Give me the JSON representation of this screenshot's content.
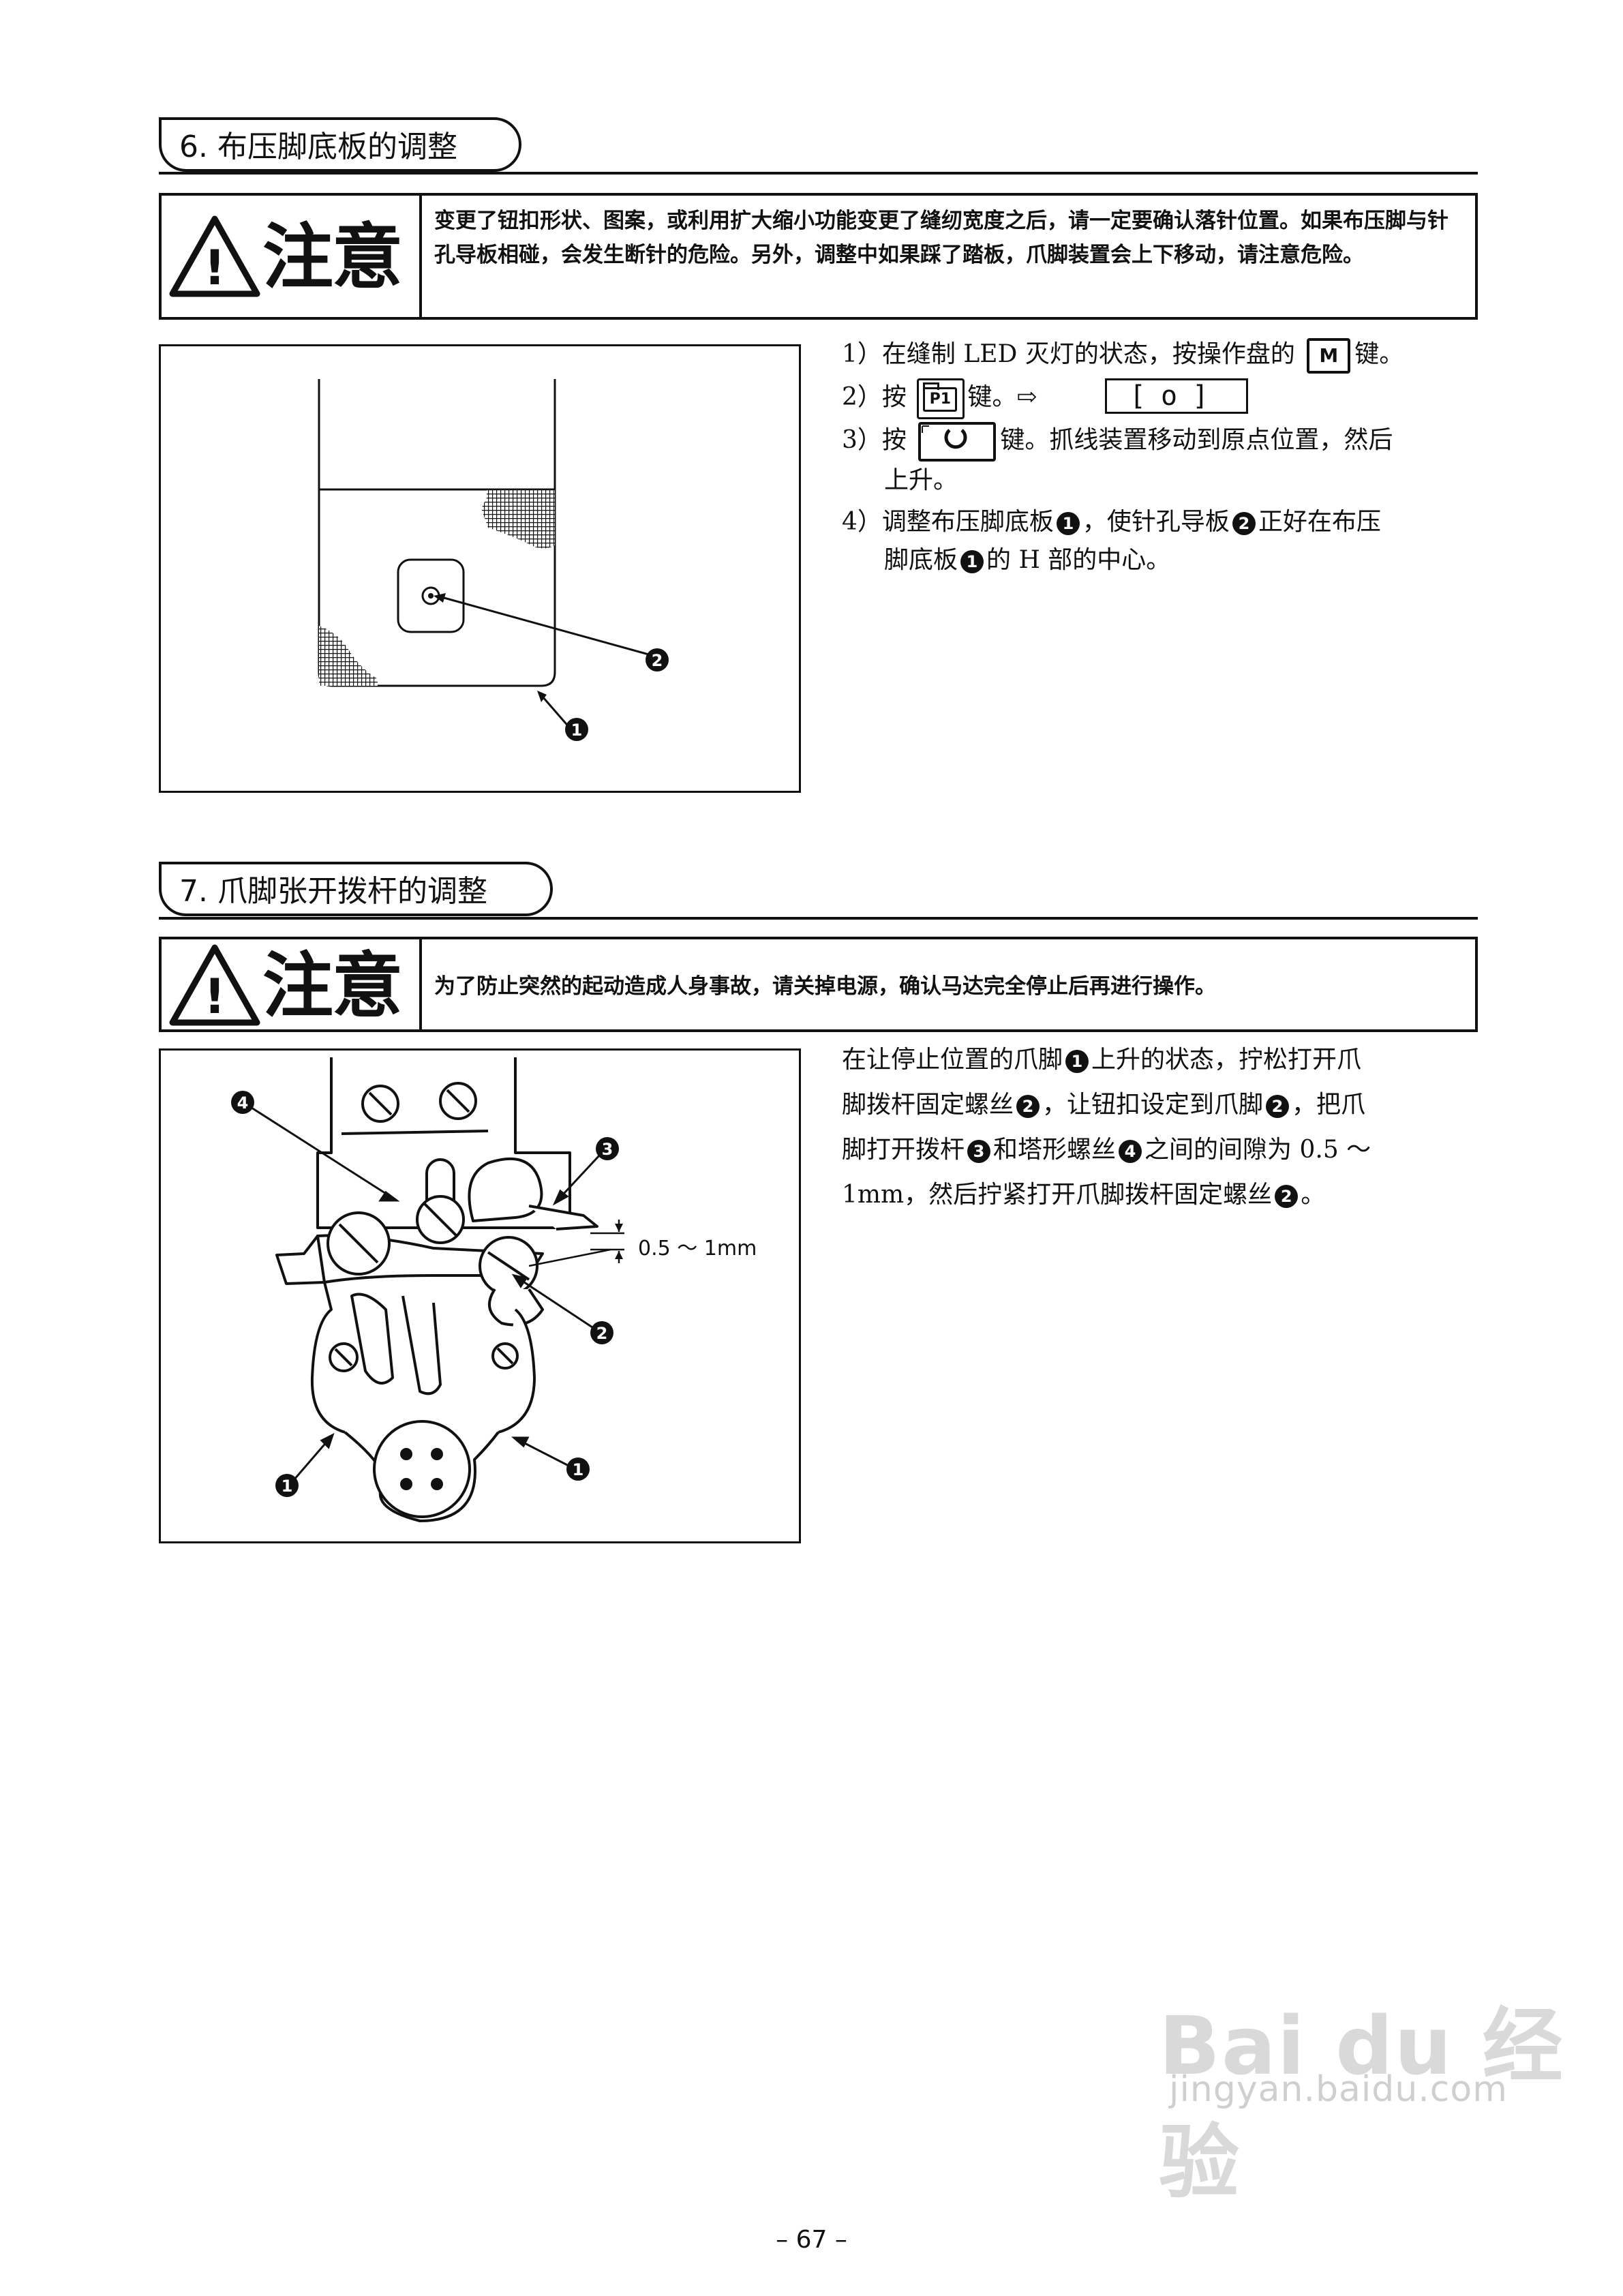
{
  "section6": {
    "title": "6. 布压脚底板的调整",
    "caution_label": "注意",
    "caution_text": "变更了钮扣形状、图案，或利用扩大缩小功能变更了缝纫宽度之后，请一定要确认落针位置。如果布压脚与针孔导板相碰，会发生断针的危险。另外，调整中如果踩了踏板，爪脚装置会上下移动，请注意危险。",
    "steps": [
      {
        "num": "1）",
        "text_a": "在缝制 LED 灭灯的状态，按操作盘的",
        "key": "M",
        "text_b": "键。"
      },
      {
        "num": "2）",
        "text_a": "按",
        "key": "P1",
        "text_b": "键。⇨",
        "display": "[o]"
      },
      {
        "num": "3）",
        "text_a": "按",
        "text_b": "键。抓线装置移动到原点位置，然后",
        "text_c": "上升。"
      },
      {
        "num": "4）",
        "text_a": "调整布压脚底板",
        "m1": "1",
        "text_b": "，使针孔导板",
        "m2": "2",
        "text_c": "正好在布压",
        "text_d": "脚底板",
        "m3": "1",
        "text_e": "的 H 部的中心。"
      }
    ],
    "callouts": [
      "2",
      "1"
    ]
  },
  "section7": {
    "title": "7. 爪脚张开拨杆的调整",
    "caution_label": "注意",
    "caution_text": "为了防止突然的起动造成人身事故，请关掉电源，确认马达完全停止后再进行操作。",
    "para": {
      "t1": "在让停止位置的爪脚",
      "m1": "1",
      "t2": "上升的状态，拧松打开爪",
      "t3": "脚拨杆固定螺丝",
      "m2": "2",
      "t4": "，让钮扣设定到爪脚",
      "m3": "2",
      "t5": "，把爪",
      "t6": "脚打开拨杆",
      "m4": "3",
      "t7": "和塔形螺丝",
      "m5": "4",
      "t8": "之间的间隙为 0.5 ～",
      "t9": "1mm，然后拧紧打开爪脚拨杆固定螺丝",
      "m6": "2",
      "t10": "。"
    },
    "gap_label": "0.5 ～ 1mm",
    "callouts": [
      "4",
      "3",
      "2",
      "1",
      "1"
    ]
  },
  "watermark": {
    "brand": "Bai du 经验",
    "url": "jingyan.baidu.com"
  },
  "page_number": "– 67 –"
}
